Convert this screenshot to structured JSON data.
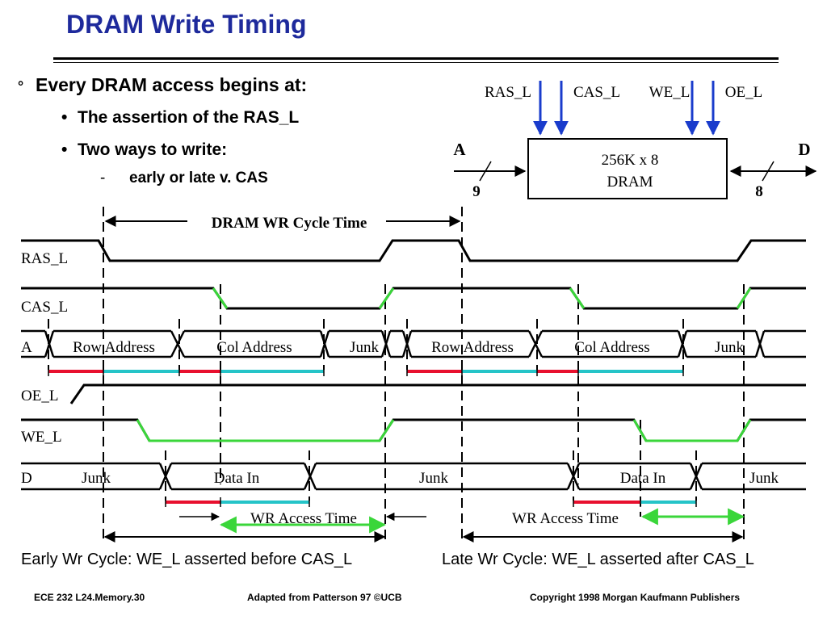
{
  "title": "DRAM Write Timing",
  "bullets": {
    "marker": "°",
    "main": "Every DRAM access begins at:",
    "sub_marker": "•",
    "sub1": "The assertion of the RAS_L",
    "sub2": "Two ways to write:",
    "subsub_marker": "-",
    "subsub1": "early or late v. CAS"
  },
  "block": {
    "box_line1": "256K x 8",
    "box_line2": "DRAM",
    "control_signals": [
      "RAS_L",
      "CAS_L",
      "WE_L",
      "OE_L"
    ],
    "address_label": "A",
    "address_width": "9",
    "data_label": "D",
    "data_width": "8"
  },
  "timing": {
    "signal_names": [
      "RAS_L",
      "CAS_L",
      "A",
      "OE_L",
      "WE_L",
      "D"
    ],
    "cycle_label": "DRAM WR Cycle Time",
    "address_fields": [
      "Row Address",
      "Col Address",
      "Junk",
      "Row Address",
      "Col Address",
      "Junk"
    ],
    "data_fields": [
      "Junk",
      "Data In",
      "Junk",
      "Data In",
      "Junk"
    ],
    "wr_access_time": "WR Access Time",
    "colors": {
      "setup": "#e8102e",
      "hold": "#25c4c8",
      "transition": "#3ad63a",
      "arrow_blue": "#1a3ccc"
    }
  },
  "captions": {
    "early": "Early Wr Cycle: WE_L asserted before CAS_L",
    "late": "Late Wr Cycle: WE_L asserted after CAS_L"
  },
  "footer": {
    "left": "ECE 232  L24.Memory.30",
    "center": "Adapted from Patterson 97 ©UCB",
    "right": "Copyright 1998 Morgan Kaufmann Publishers"
  }
}
